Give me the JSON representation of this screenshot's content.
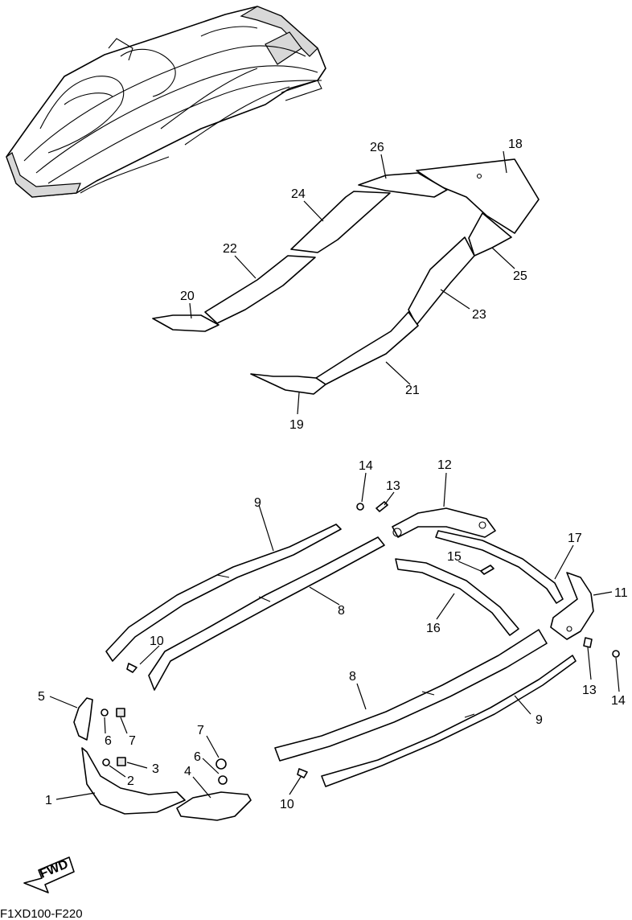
{
  "diagram": {
    "drawing_code": "F1XD100-F220",
    "fwd_arrow_label": "FWD",
    "callouts": [
      {
        "id": "c18",
        "text": "18"
      },
      {
        "id": "c26",
        "text": "26"
      },
      {
        "id": "c24",
        "text": "24"
      },
      {
        "id": "c22",
        "text": "22"
      },
      {
        "id": "c20",
        "text": "20"
      },
      {
        "id": "c25",
        "text": "25"
      },
      {
        "id": "c23",
        "text": "23"
      },
      {
        "id": "c21",
        "text": "21"
      },
      {
        "id": "c19",
        "text": "19"
      },
      {
        "id": "c14a",
        "text": "14"
      },
      {
        "id": "c13a",
        "text": "13"
      },
      {
        "id": "c12",
        "text": "12"
      },
      {
        "id": "c9a",
        "text": "9"
      },
      {
        "id": "c17",
        "text": "17"
      },
      {
        "id": "c15",
        "text": "15"
      },
      {
        "id": "c11",
        "text": "11"
      },
      {
        "id": "c8a",
        "text": "8"
      },
      {
        "id": "c16",
        "text": "16"
      },
      {
        "id": "c10a",
        "text": "10"
      },
      {
        "id": "c13b",
        "text": "13"
      },
      {
        "id": "c14b",
        "text": "14"
      },
      {
        "id": "c5",
        "text": "5"
      },
      {
        "id": "c6a",
        "text": "6"
      },
      {
        "id": "c7a",
        "text": "7"
      },
      {
        "id": "c8b",
        "text": "8"
      },
      {
        "id": "c9b",
        "text": "9"
      },
      {
        "id": "c7b",
        "text": "7"
      },
      {
        "id": "c6b",
        "text": "6"
      },
      {
        "id": "c3",
        "text": "3"
      },
      {
        "id": "c2",
        "text": "2"
      },
      {
        "id": "c4",
        "text": "4"
      },
      {
        "id": "c1",
        "text": "1"
      },
      {
        "id": "c10b",
        "text": "10"
      }
    ]
  }
}
